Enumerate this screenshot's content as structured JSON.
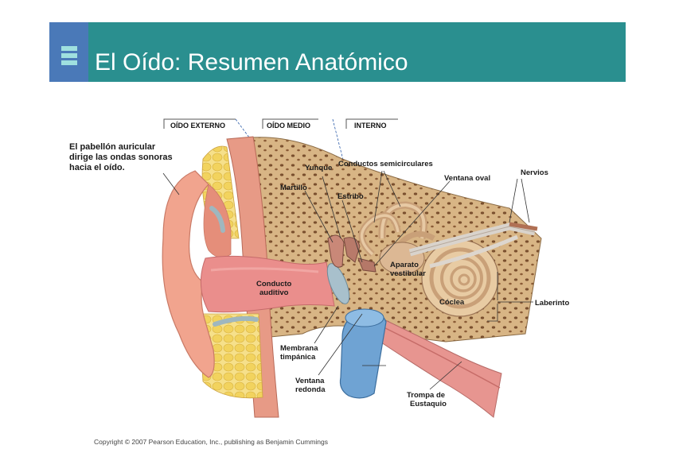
{
  "title": "El Oído: Resumen Anatómico",
  "section_headers": [
    "OÍDO EXTERNO",
    "OÍDO MEDIO",
    "INTERNO"
  ],
  "callout": [
    "El pabellón auricular",
    "dirige las ondas sonoras",
    "hacia el oído."
  ],
  "labels": {
    "yunque": "Yunque",
    "conductos": "Conductos semicirculares",
    "ventana_oval": "Ventana oval",
    "nervios": "Nervios",
    "martillo": "Martillo",
    "estribo": "Estribo",
    "aparato_1": "Aparato",
    "aparato_2": "vestibular",
    "conducto_1": "Conducto",
    "conducto_2": "auditivo",
    "coclea": "Cóclea",
    "laberinto": "Laberinto",
    "membrana_1": "Membrana",
    "membrana_2": "timpánica",
    "ventana_r_1": "Ventana",
    "ventana_r_2": "redonda",
    "trompa_1": "Trompa de",
    "trompa_2": "Eustaquio"
  },
  "copyright": "Copyright © 2007 Pearson Education, Inc., publishing as Benjamin Cummings",
  "colors": {
    "title_bar": "#2a8f8f",
    "title_accent": "#4a79b8",
    "skin": "#f0a08a",
    "bone": "#d9b688",
    "fat": "#f3dc7a",
    "canal": "#e88c8a",
    "tube": "#6fa0d0"
  }
}
